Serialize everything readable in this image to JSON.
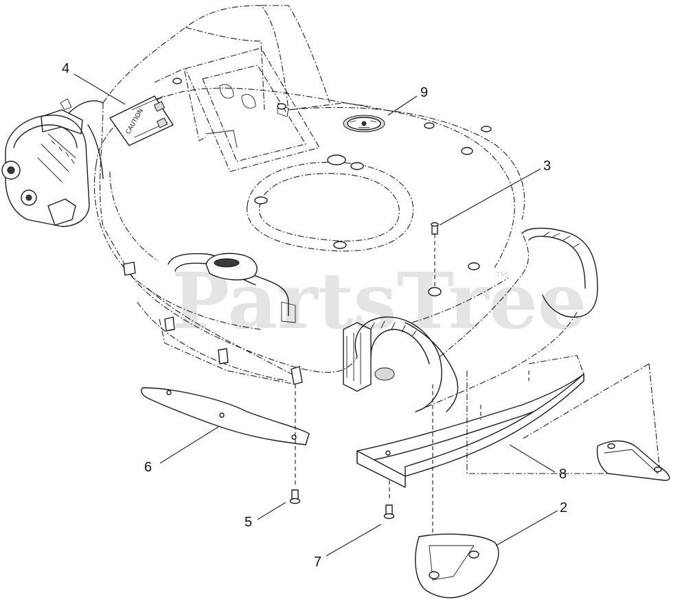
{
  "watermark": {
    "text": "PartsTree",
    "trademark": "TM"
  },
  "decal": {
    "warning_code": "CAUTION"
  },
  "callouts": [
    {
      "id": "callout-2",
      "label": "2"
    },
    {
      "id": "callout-3",
      "label": "3"
    },
    {
      "id": "callout-4",
      "label": "4"
    },
    {
      "id": "callout-5",
      "label": "5"
    },
    {
      "id": "callout-6",
      "label": "6"
    },
    {
      "id": "callout-7",
      "label": "7"
    },
    {
      "id": "callout-8",
      "label": "8"
    },
    {
      "id": "callout-9",
      "label": "9"
    }
  ]
}
